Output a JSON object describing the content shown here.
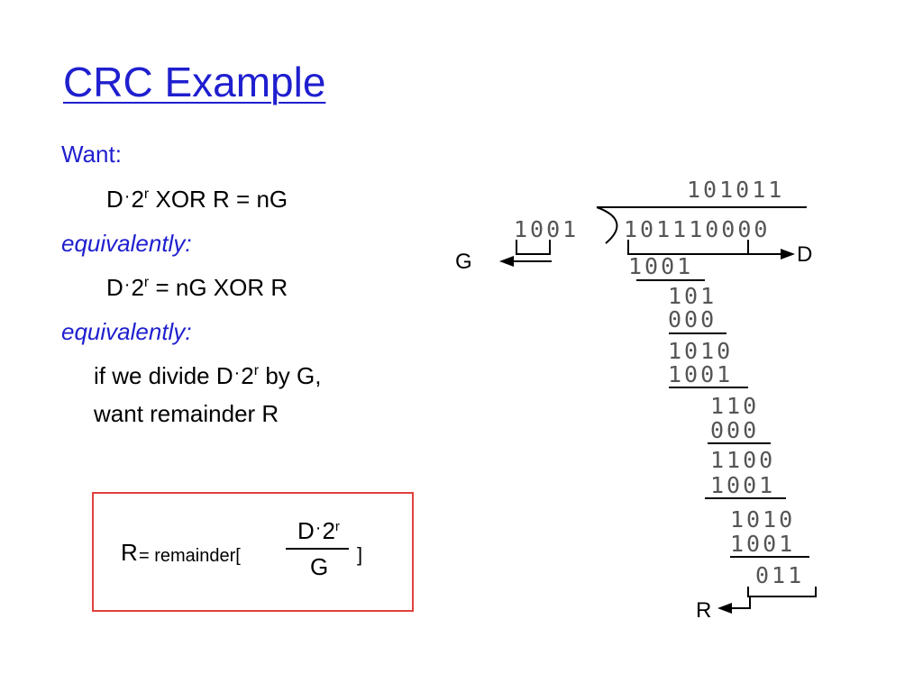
{
  "title": "CRC Example",
  "body": {
    "want": "Want:",
    "eq1": {
      "lhs_base": "D",
      "dot": "·",
      "pow_base": "2",
      "pow_exp": "r",
      "rest": " XOR R = nG"
    },
    "equiv1": "equivalently:",
    "eq2": {
      "lhs_base": "D",
      "dot": "·",
      "pow_base": "2",
      "pow_exp": "r",
      "rest": " = nG XOR R"
    },
    "equiv2": "equivalently:",
    "divide_line1": {
      "pre": "if we divide D",
      "dot": "·",
      "pow_base": "2",
      "pow_exp": "r",
      "post": " by G,"
    },
    "divide_line2": "want remainder R"
  },
  "formula": {
    "r": "R",
    "remainder": "= remainder[",
    "num_base": "D",
    "dot": "·",
    "num_pow": "2",
    "num_exp": "r",
    "den": "G",
    "close": "]"
  },
  "division": {
    "quotient": "101011",
    "divisor": "1001",
    "dividend": "101110000",
    "g_label": "G",
    "d_label": "D",
    "r_label": "R",
    "steps": [
      "1001",
      "101",
      "000",
      "1010",
      "1001",
      "110",
      "000",
      "1100",
      "1001",
      "1010",
      "1001",
      "011"
    ]
  },
  "colors": {
    "title": "#1f1fcf",
    "accent": "#1f1fcf",
    "box_border": "#e0403d",
    "text": "#000000",
    "digits": "#555555"
  }
}
